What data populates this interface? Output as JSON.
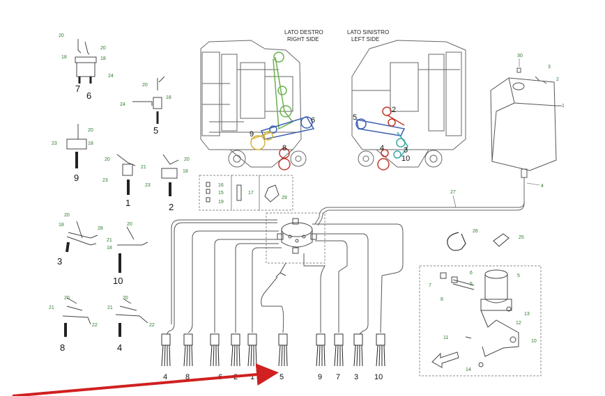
{
  "header": {
    "right_side": [
      "LATO DESTRO",
      "RIGHT SIDE"
    ],
    "left_side": [
      "LATO SINISTRO",
      "LEFT SIDE"
    ]
  },
  "colors": {
    "line": "#555555",
    "callout": "#2a7a2a",
    "belt_green": "#6ab04c",
    "belt_blue": "#3b5fb0",
    "belt_yellow": "#d4b43a",
    "belt_red": "#c0392b",
    "belt_teal": "#3aa7a3",
    "arrow": "#d02020"
  },
  "callouts": {
    "c30": "30",
    "c3": "3",
    "c2": "2",
    "c1": "1",
    "c4": "4",
    "c27": "27",
    "c26": "26",
    "c25": "25",
    "c5": "5",
    "c6": "6",
    "c7": "7",
    "c8": "8",
    "c12": "12",
    "c13": "13",
    "c11": "11",
    "c10": "10",
    "c14": "14",
    "c16": "16",
    "c15": "15",
    "c19": "19",
    "c17": "17",
    "c29": "29",
    "c18": "18",
    "c20": "20",
    "c24": "24",
    "c21": "21",
    "c23": "23",
    "c22": "22",
    "c28": "28"
  },
  "groups": {
    "g7": "7",
    "g6": "6",
    "g5": "5",
    "g9": "9",
    "g1": "1",
    "g2": "2",
    "g3": "3",
    "g10": "10",
    "g8": "8",
    "g4": "4"
  },
  "machine_points": {
    "right": [
      "9",
      "6",
      "8"
    ],
    "left": [
      "5",
      "2",
      "4",
      "3",
      "10"
    ]
  },
  "outlets": [
    "4",
    "8",
    "6",
    "2",
    "1",
    "5",
    "9",
    "7",
    "3",
    "10"
  ]
}
